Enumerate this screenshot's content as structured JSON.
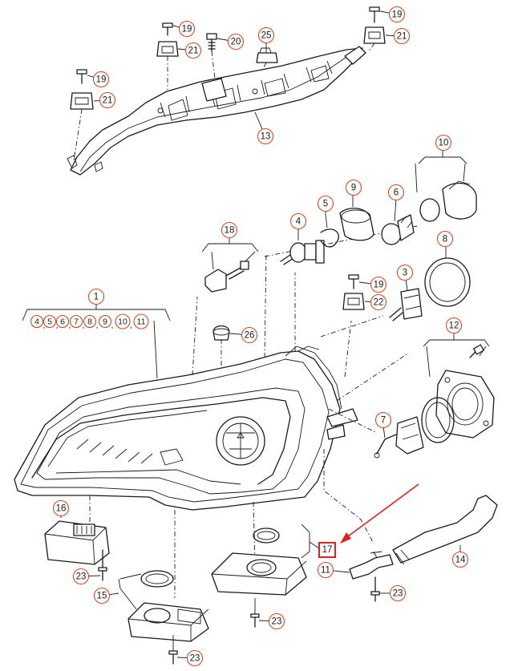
{
  "callouts": [
    {
      "id": "c19a",
      "label": "19"
    },
    {
      "id": "c21a",
      "label": "21"
    },
    {
      "id": "c20",
      "label": "20"
    },
    {
      "id": "c25",
      "label": "25"
    },
    {
      "id": "c19b",
      "label": "19"
    },
    {
      "id": "c21b",
      "label": "21"
    },
    {
      "id": "c19c",
      "label": "19"
    },
    {
      "id": "c21c",
      "label": "21"
    },
    {
      "id": "c13",
      "label": "13"
    },
    {
      "id": "c10",
      "label": "10"
    },
    {
      "id": "c9",
      "label": "9"
    },
    {
      "id": "c6",
      "label": "6"
    },
    {
      "id": "c5",
      "label": "5"
    },
    {
      "id": "c4",
      "label": "4"
    },
    {
      "id": "c18",
      "label": "18"
    },
    {
      "id": "c8",
      "label": "8"
    },
    {
      "id": "c3",
      "label": "3"
    },
    {
      "id": "c19d",
      "label": "19"
    },
    {
      "id": "c22",
      "label": "22"
    },
    {
      "id": "c1",
      "label": "1"
    },
    {
      "id": "c26",
      "label": "26"
    },
    {
      "id": "c12",
      "label": "12"
    },
    {
      "id": "c7",
      "label": "7"
    },
    {
      "id": "c16",
      "label": "16"
    },
    {
      "id": "c23a",
      "label": "23"
    },
    {
      "id": "c15",
      "label": "15"
    },
    {
      "id": "c23b",
      "label": "23"
    },
    {
      "id": "c23c",
      "label": "23"
    },
    {
      "id": "c11",
      "label": "11"
    },
    {
      "id": "c23d",
      "label": "23"
    },
    {
      "id": "c14",
      "label": "14"
    }
  ],
  "subitems_1": [
    "4",
    "5",
    "6",
    "7",
    "8",
    "9",
    "10",
    "11"
  ],
  "highlight": {
    "label": "17"
  },
  "colors": {
    "callout_ring": "#d44a1c",
    "highlight": "#e0201c",
    "line": "#1a1a1a"
  }
}
